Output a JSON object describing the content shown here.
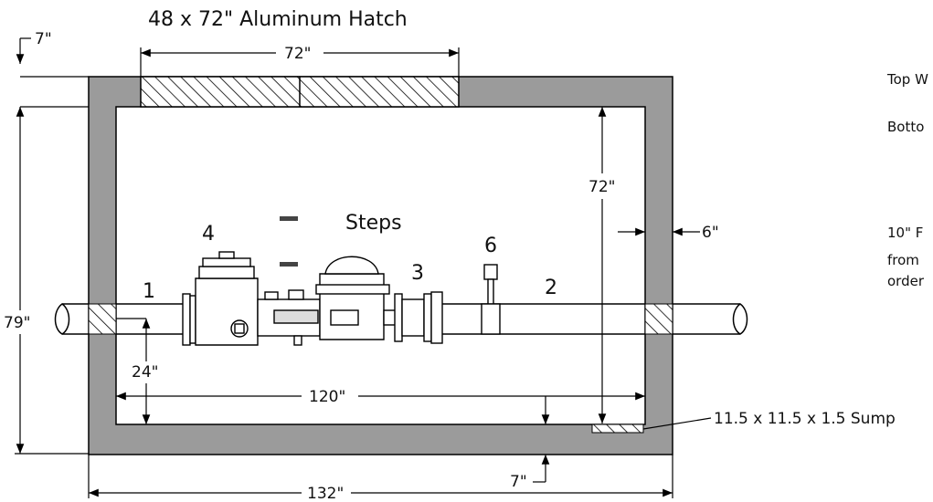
{
  "title": "48 x 72\" Aluminum Hatch",
  "dimensions": {
    "hatch_width": "72\"",
    "lid_thickness": "7\"",
    "overall_height": "79\"",
    "inner_height": "72\"",
    "wall_thickness": "6\"",
    "pipe_height": "24\"",
    "inner_width": "120\"",
    "floor_thickness": "7\"",
    "overall_width": "132\""
  },
  "labels": {
    "steps": "Steps",
    "sump": "11.5 x 11.5 x 1.5 Sump",
    "item_1": "1",
    "item_2": "2",
    "item_3": "3",
    "item_4": "4",
    "item_6": "6"
  },
  "side_notes": {
    "top_wall": "Top W",
    "bottom_wall": "Botto",
    "note_line1": "10\" F",
    "note_line2": "from",
    "note_line3": "order"
  }
}
